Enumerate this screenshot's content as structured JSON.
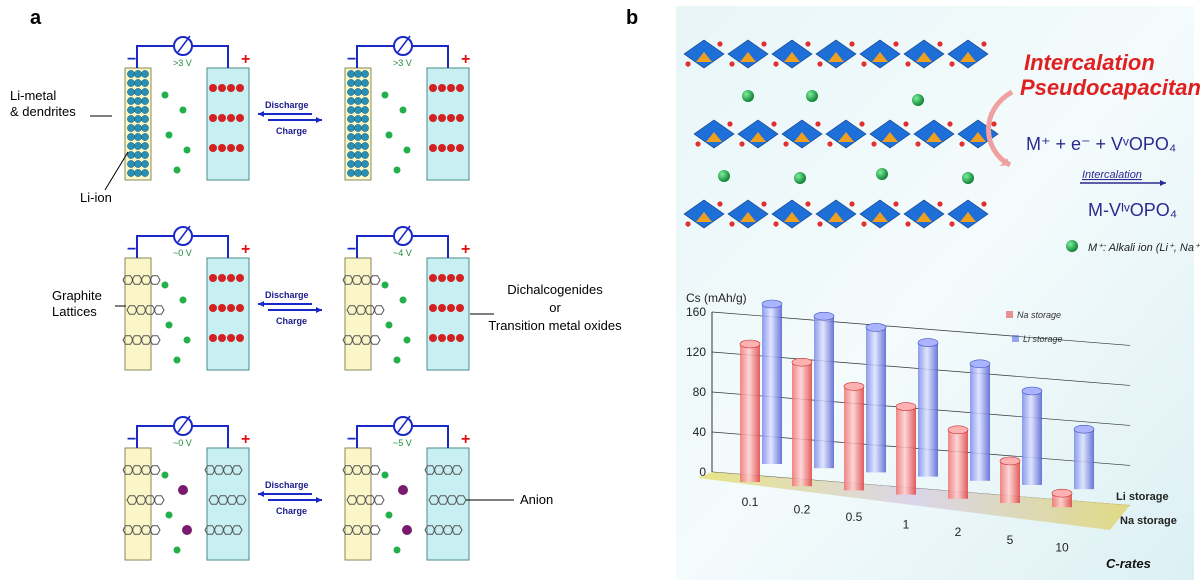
{
  "panel_a": {
    "label": "a",
    "rows": [
      {
        "voltage_left": ">3 V",
        "voltage_right": ">3 V",
        "discharge": "Discharge",
        "charge": "Charge",
        "callout_left": "Li-metal\n& dendrites",
        "callout_left_lines": [
          "Li-metal",
          "& dendrites"
        ],
        "callout_bottom": "Li-ion"
      },
      {
        "voltage_left": "~0 V",
        "voltage_right": "~4 V",
        "discharge": "Discharge",
        "charge": "Charge",
        "callout_left_lines": [
          "Graphite",
          "Lattices"
        ],
        "callout_right_lines": [
          "Dichalcogenides",
          "or",
          "Transition  metal oxides"
        ]
      },
      {
        "voltage_left": "~0 V",
        "voltage_right": "~5 V",
        "discharge": "Discharge",
        "charge": "Charge",
        "callout_right": "Anion"
      }
    ],
    "signs": {
      "minus": "−",
      "plus": "+"
    },
    "colors": {
      "li_ion": "#22b04a",
      "anion": "#7a1a6e",
      "li_metal": "#2a8fb5",
      "metal_oxide": "#d42020",
      "anode_bg": "#faf6c8",
      "cathode_bg": "#c8f0f2",
      "wire": "#1a28c8"
    }
  },
  "panel_b": {
    "label": "b",
    "title_line1": "Intercalation",
    "title_line2": "Pseudocapacitance",
    "equation_lhs": "M⁺ + e⁻ + VᵛOPO₄",
    "arrow_label": "Intercalation",
    "equation_rhs": "M-VᴵᵛOPO₄",
    "legend_ion": "M⁺: Alkali ion (Li⁺, Na⁺...)",
    "chart_data": {
      "type": "bar",
      "ylabel": "Cs (mAh/g)",
      "xlabel": "C-rates",
      "ylim": [
        0,
        160
      ],
      "yticks": [
        "0",
        "40",
        "80",
        "120",
        "160"
      ],
      "categories": [
        "0.1",
        "0.2",
        "0.5",
        "1",
        "2",
        "5",
        "10"
      ],
      "series": [
        {
          "name": "Na storage",
          "color": "#e84a4a",
          "values": [
            138,
            124,
            104,
            88,
            69,
            42,
            14
          ]
        },
        {
          "name": "Li storage",
          "color": "#5a6ee0",
          "values": [
            160,
            152,
            145,
            134,
            117,
            94,
            60
          ]
        }
      ],
      "depth_labels": [
        "Li storage",
        "Na storage"
      ],
      "legend_entries": [
        "Na storage",
        "Li storage"
      ]
    }
  }
}
